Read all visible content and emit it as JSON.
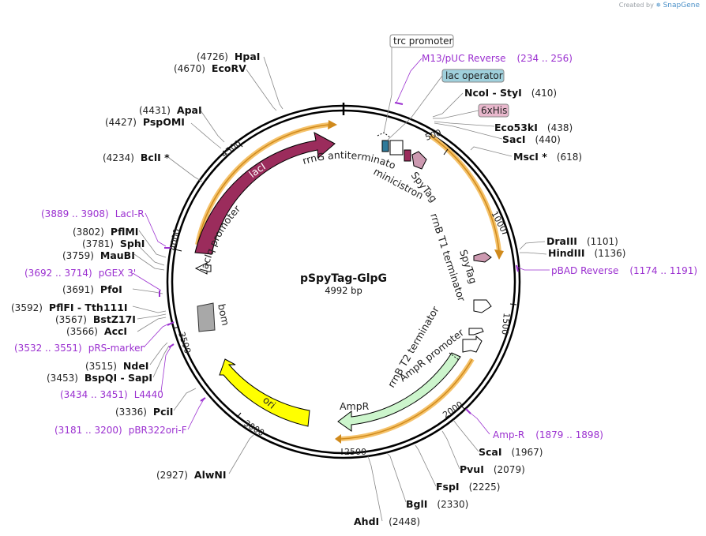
{
  "header": {
    "credit_prefix": "Created by",
    "credit_brand": "SnapGene"
  },
  "plasmid": {
    "name": "pSpyTag-GlpG",
    "length_label": "4992 bp",
    "length": 4992
  },
  "ticks": [
    "500",
    "1000",
    "1500",
    "2000",
    "2500",
    "3000",
    "3500",
    "4000",
    "4500"
  ],
  "features": [
    {
      "label": "lacI",
      "color": "#9b2c5c"
    },
    {
      "label": "lacIq promoter",
      "color": "#ffffff"
    },
    {
      "label": "bom",
      "color": "#a8a8a8"
    },
    {
      "label": "ori",
      "color": "#ffff00"
    },
    {
      "label": "AmpR",
      "color": "#ccf5cc"
    },
    {
      "label": "AmpR promoter",
      "color": "#ffffff"
    },
    {
      "label": "rrnB T2 terminator",
      "color": "#ffffff"
    },
    {
      "label": "rrnB T1 terminator",
      "color": "#ffffff"
    },
    {
      "label": "SpyTag",
      "color": "#cc99b0"
    },
    {
      "label": "SpyTag",
      "color": "#cc99b0"
    },
    {
      "label": "minicistron",
      "color": "#ffffff"
    },
    {
      "label": "rrnG antiterminator",
      "color": "#ffffff"
    }
  ],
  "boxed_labels": [
    {
      "text": "trc promoter",
      "fill": "#ffffff"
    },
    {
      "text": "lac operator",
      "fill": "#9fd0dc"
    },
    {
      "text": "6xHis",
      "fill": "#e8b7cc"
    }
  ],
  "enzymes": [
    {
      "name": "HpaI",
      "pos": "(4726)"
    },
    {
      "name": "EcoRV",
      "pos": "(4670)"
    },
    {
      "name": "ApaI",
      "pos": "(4431)"
    },
    {
      "name": "PspOMI",
      "pos": "(4427)"
    },
    {
      "name": "BclI *",
      "pos": "(4234)"
    },
    {
      "name": "PflMI",
      "pos": "(3802)"
    },
    {
      "name": "SphI",
      "pos": "(3781)"
    },
    {
      "name": "MauBI",
      "pos": "(3759)"
    },
    {
      "name": "PfoI",
      "pos": "(3691)"
    },
    {
      "name": "PflFI  - Tth111I",
      "pos": "(3592)"
    },
    {
      "name": "BstZ17I",
      "pos": "(3567)"
    },
    {
      "name": "AccI",
      "pos": "(3566)"
    },
    {
      "name": "NdeI",
      "pos": "(3515)"
    },
    {
      "name": "BspQI  - SapI",
      "pos": "(3453)"
    },
    {
      "name": "PciI",
      "pos": "(3336)"
    },
    {
      "name": "AlwNI",
      "pos": "(2927)"
    },
    {
      "name": "NcoI  - StyI",
      "pos": "(410)"
    },
    {
      "name": "Eco53kI",
      "pos": "(438)"
    },
    {
      "name": "SacI",
      "pos": "(440)"
    },
    {
      "name": "MscI *",
      "pos": "(618)"
    },
    {
      "name": "DraIII",
      "pos": "(1101)"
    },
    {
      "name": "HindIII",
      "pos": "(1136)"
    },
    {
      "name": "ScaI",
      "pos": "(1967)"
    },
    {
      "name": "PvuI",
      "pos": "(2079)"
    },
    {
      "name": "FspI",
      "pos": "(2225)"
    },
    {
      "name": "BglI",
      "pos": "(2330)"
    },
    {
      "name": "AhdI",
      "pos": "(2448)"
    }
  ],
  "primers": [
    {
      "name": "M13/pUC Reverse",
      "range": "(234 .. 256)"
    },
    {
      "name": "pBAD Reverse",
      "range": "(1174 .. 1191)"
    },
    {
      "name": "Amp-R",
      "range": "(1879 .. 1898)"
    },
    {
      "name": "LacI-R",
      "range": "(3889 .. 3908)"
    },
    {
      "name": "pGEX 3'",
      "range": "(3692 .. 3714)"
    },
    {
      "name": "pRS-marker",
      "range": "(3532 .. 3551)"
    },
    {
      "name": "L4440",
      "range": "(3434 .. 3451)"
    },
    {
      "name": "pBR322ori-F",
      "range": "(3181 .. 3200)"
    }
  ]
}
